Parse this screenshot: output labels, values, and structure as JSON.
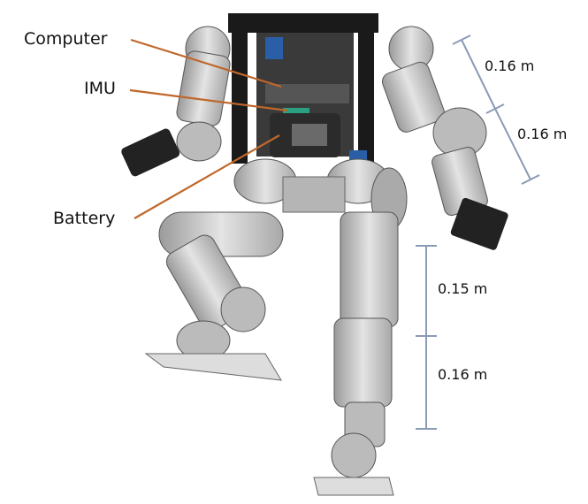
{
  "callouts": {
    "computer": "Computer",
    "imu": "IMU",
    "battery": "Battery"
  },
  "dimensions": {
    "upper_arm": "0.16 m",
    "forearm": "0.16 m",
    "thigh": "0.15 m",
    "shank": "0.16 m"
  },
  "colors": {
    "callout_line": "#c0672a",
    "dimension_line": "#8a9bb5",
    "frame": "#1a1a1a",
    "metal": "#c9c9c9",
    "accent": "#2a5fa8"
  }
}
